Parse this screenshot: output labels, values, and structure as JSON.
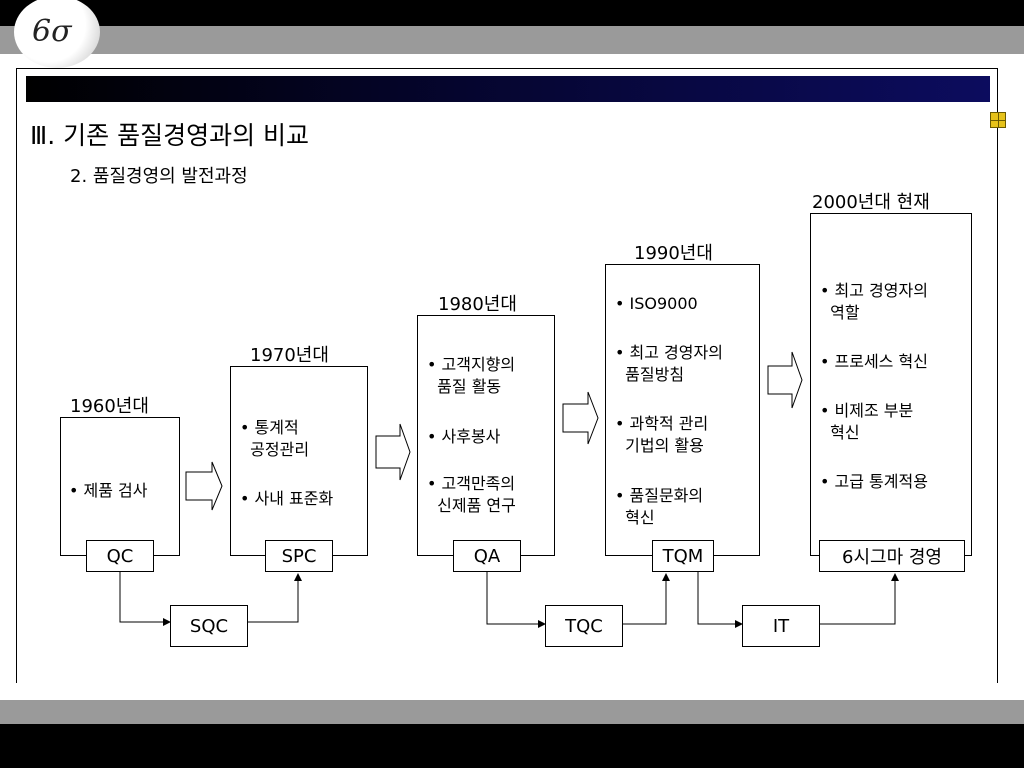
{
  "logo": {
    "text": "6σ"
  },
  "header": {
    "title": "Ⅲ. 기존 품질경영과의 비교",
    "subtitle": "2. 품질경영의 발전과정"
  },
  "stages": [
    {
      "year": "1960년대",
      "items": [
        "• 제품 검사"
      ],
      "label": "QC"
    },
    {
      "year": "1970년대",
      "items": [
        "• 통계적",
        "  공정관리",
        "• 사내 표준화"
      ],
      "label": "SPC"
    },
    {
      "year": "1980년대",
      "items": [
        "• 고객지향의",
        "  품질 활동",
        "• 사후봉사",
        "• 고객만족의",
        "  신제품 연구"
      ],
      "label": "QA"
    },
    {
      "year": "1990년대",
      "items": [
        "• ISO9000",
        "• 최고 경영자의",
        "  품질방침",
        "• 과학적 관리",
        "  기법의 활용",
        "• 품질문화의",
        "  혁신"
      ],
      "label": "TQM"
    },
    {
      "year": "2000년대 현재",
      "items": [
        "• 최고 경영자의",
        "  역할",
        "• 프로세스 혁신",
        "• 비제조 부분",
        "  혁신",
        "• 고급 통계적용"
      ],
      "label": "6시그마 경영"
    }
  ],
  "bridges": [
    {
      "label": "SQC"
    },
    {
      "label": "TQC"
    },
    {
      "label": "IT"
    }
  ]
}
